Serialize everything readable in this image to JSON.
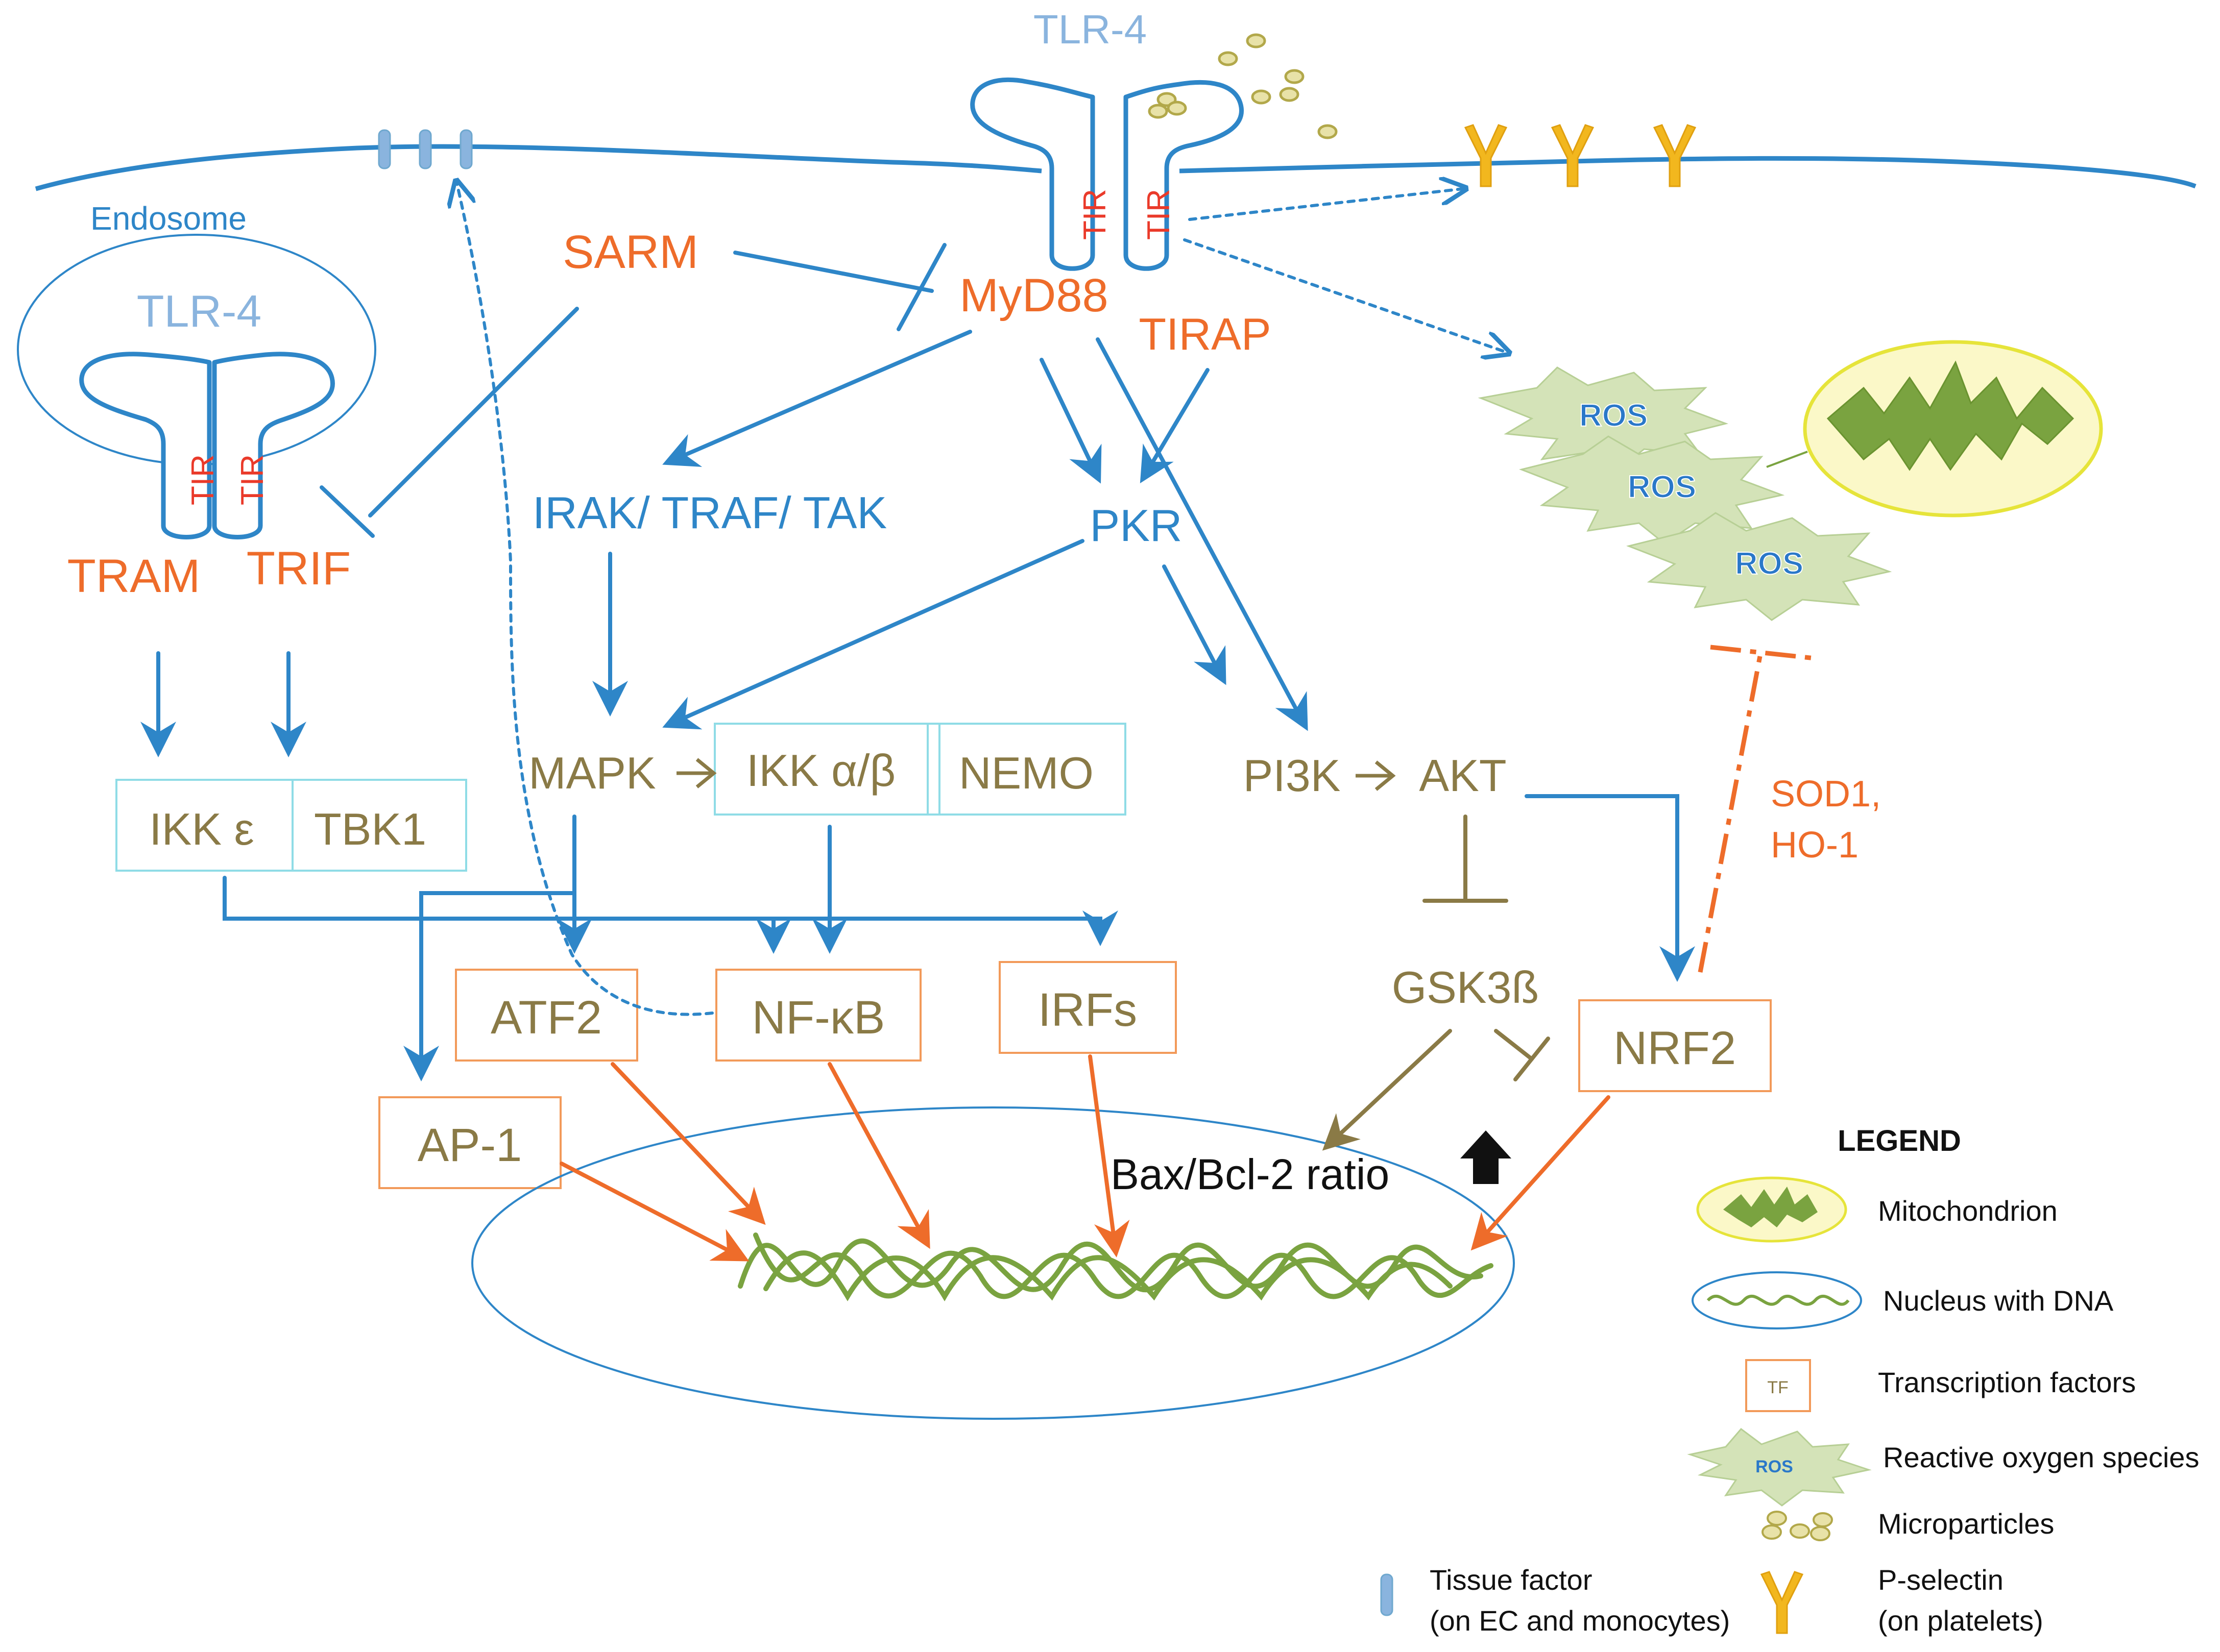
{
  "colors": {
    "blue": "#2e86c8",
    "light_blue": "#8ab4de",
    "orange": "#ee6c2a",
    "olive": "#8a7a46",
    "red": "#ea3a2a",
    "green": "#7aa340",
    "ros_fill": "#d4e3b8",
    "ros_text": "#2a78c9",
    "mito_bg": "#fbf8c8",
    "mito_stroke": "#e6e43a",
    "box_cyan": "#8fdce6",
    "box_orange": "#f29a5a",
    "pselectin": "#f2b71e",
    "tissue_factor": "#6fa8cf",
    "microparticle": "#e8e2a8",
    "microparticle_stroke": "#b2a84a"
  },
  "receptors": {
    "tlr4_top": "TLR-4",
    "tlr4_endosome": "TLR-4",
    "tir": "TIR",
    "endosome": "Endosome"
  },
  "adaptors": {
    "sarm": "SARM",
    "myd88": "MyD88",
    "tirap": "TIRAP",
    "tram": "TRAM",
    "trif": "TRIF"
  },
  "kinases": {
    "irak_traf_tak": "IRAK/ TRAF/ TAK",
    "pkr": "PKR",
    "mapk": "MAPK",
    "ikk_ab": "IKK α/β",
    "nemo": "NEMO",
    "pi3k": "PI3K",
    "akt": "AKT",
    "gsk3b": "GSK3ß",
    "ikk_e": "IKK ε",
    "tbk1": "TBK1"
  },
  "transcription_factors": {
    "atf2": "ATF2",
    "nfkb": "NF-κB",
    "irfs": "IRFs",
    "ap1": "AP-1",
    "nrf2": "NRF2"
  },
  "annotations": {
    "sod1": "SOD1,",
    "ho1": "HO-1",
    "bax": "Bax/Bcl-2 ratio",
    "ros": "ROS"
  },
  "legend": {
    "title": "LEGEND",
    "mitochondrion": "Mitochondrion",
    "nucleus": "Nucleus with DNA",
    "tf_label": "Transcription factors",
    "tf_box": "TF",
    "ros_label": "Reactive oxygen species",
    "ros_small": "ROS",
    "microparticles": "Microparticles",
    "tissue_factor_1": "Tissue factor",
    "tissue_factor_2": "(on EC and monocytes)",
    "pselectin_1": "P-selectin",
    "pselectin_2": "(on platelets)"
  }
}
